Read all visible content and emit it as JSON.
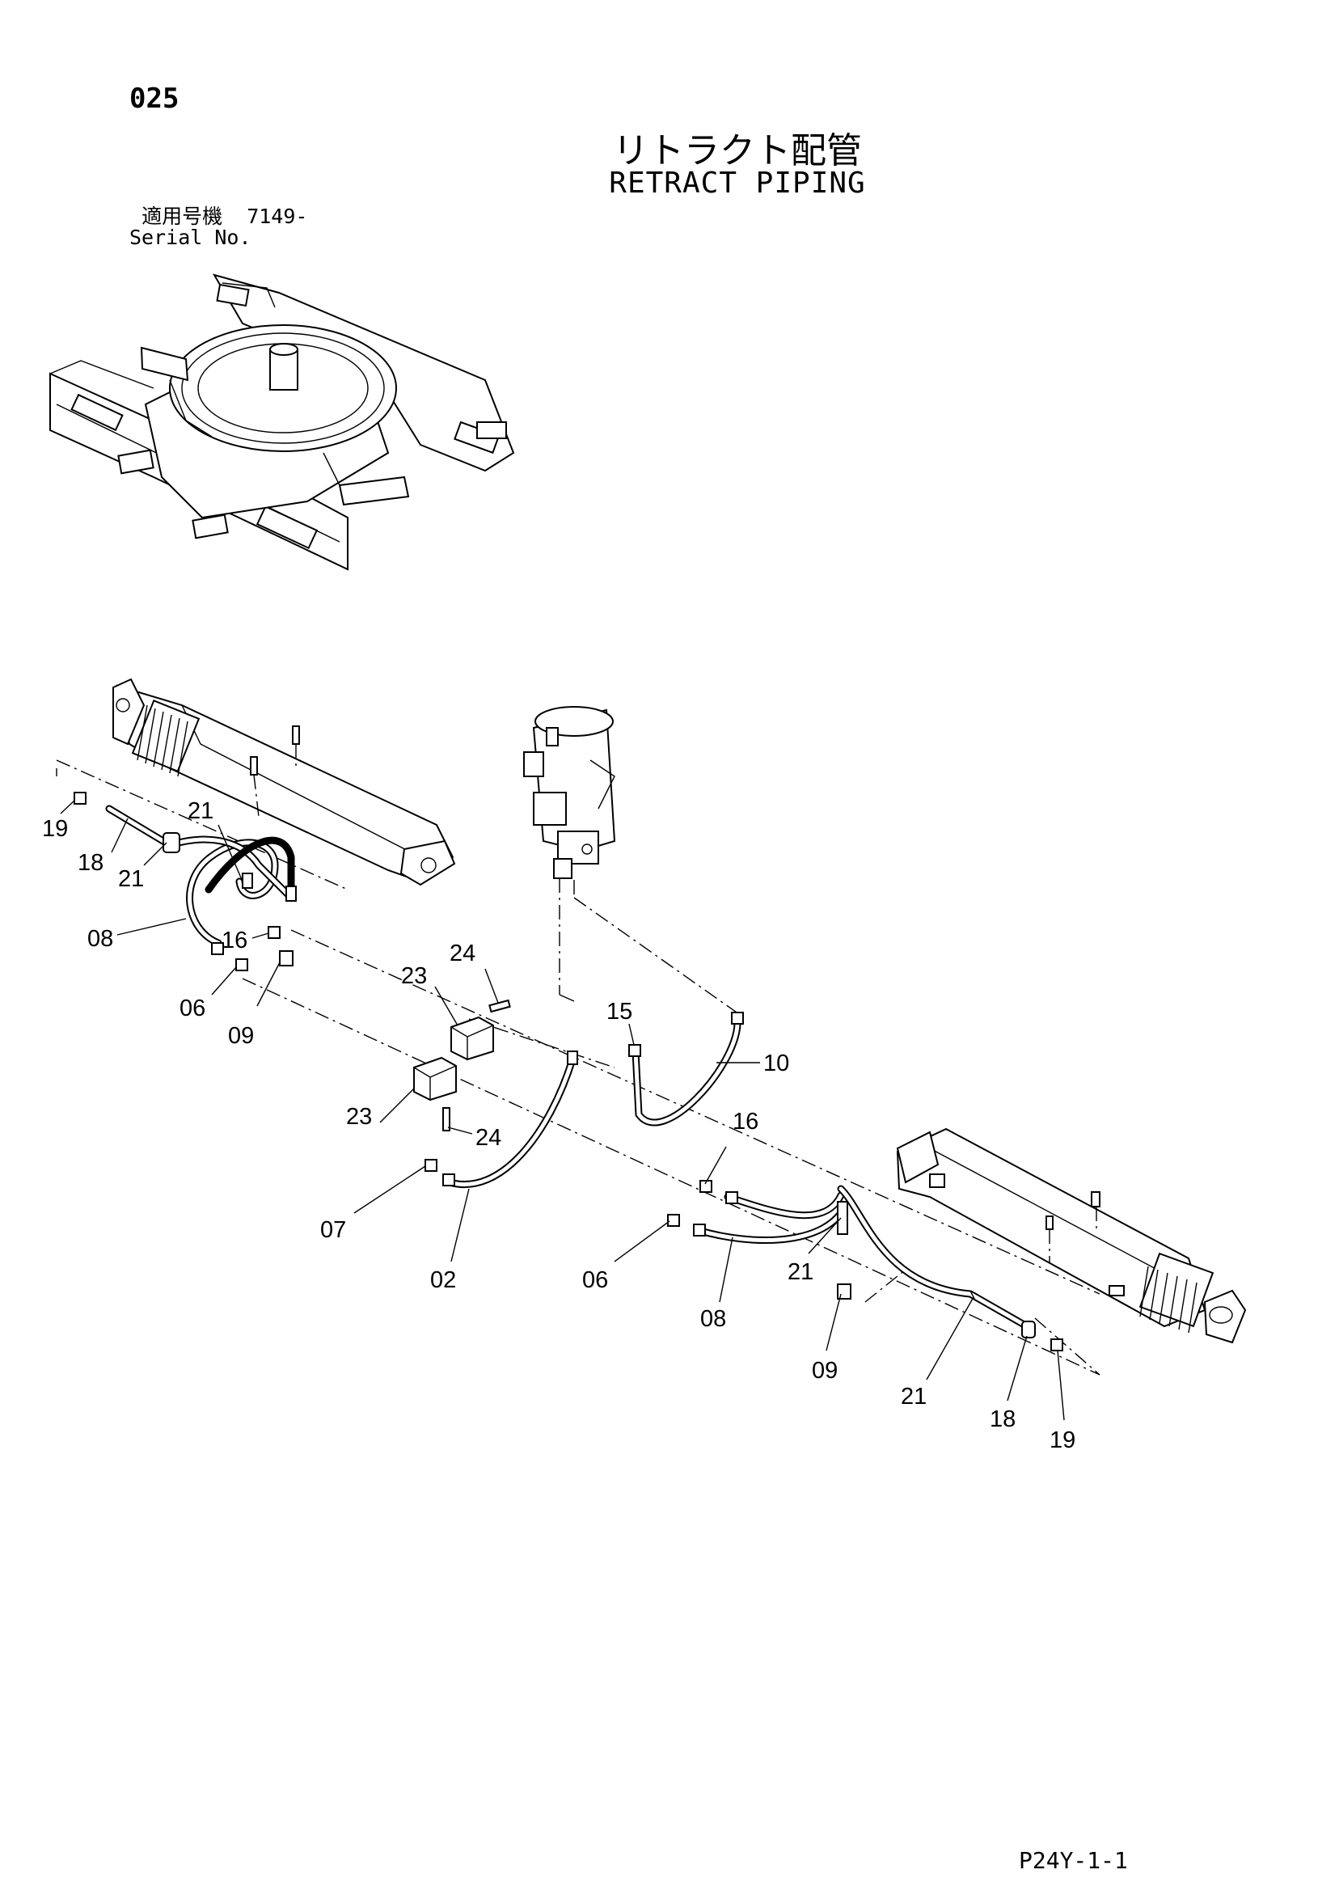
{
  "page": {
    "number": "025",
    "title_jp": "リトラクト配管",
    "title_en": "RETRACT PIPING",
    "serial_label_jp": "適用号機",
    "serial_value": "7149-",
    "serial_label_en": "Serial No.",
    "footer_code": "P24Y-1-1"
  },
  "callouts": [
    {
      "id": "c1",
      "text": "19"
    },
    {
      "id": "c2",
      "text": "18"
    },
    {
      "id": "c3",
      "text": "21"
    },
    {
      "id": "c4",
      "text": "21"
    },
    {
      "id": "c5",
      "text": "08"
    },
    {
      "id": "c6",
      "text": "16"
    },
    {
      "id": "c7",
      "text": "06"
    },
    {
      "id": "c8",
      "text": "09"
    },
    {
      "id": "c9",
      "text": "23"
    },
    {
      "id": "c10",
      "text": "24"
    },
    {
      "id": "c11",
      "text": "15"
    },
    {
      "id": "c12",
      "text": "10"
    },
    {
      "id": "c13",
      "text": "23"
    },
    {
      "id": "c14",
      "text": "24"
    },
    {
      "id": "c15",
      "text": "16"
    },
    {
      "id": "c16",
      "text": "07"
    },
    {
      "id": "c17",
      "text": "02"
    },
    {
      "id": "c18",
      "text": "06"
    },
    {
      "id": "c19",
      "text": "08"
    },
    {
      "id": "c20",
      "text": "21"
    },
    {
      "id": "c21",
      "text": "09"
    },
    {
      "id": "c22",
      "text": "21"
    },
    {
      "id": "c23",
      "text": "18"
    },
    {
      "id": "c24",
      "text": "19"
    }
  ]
}
